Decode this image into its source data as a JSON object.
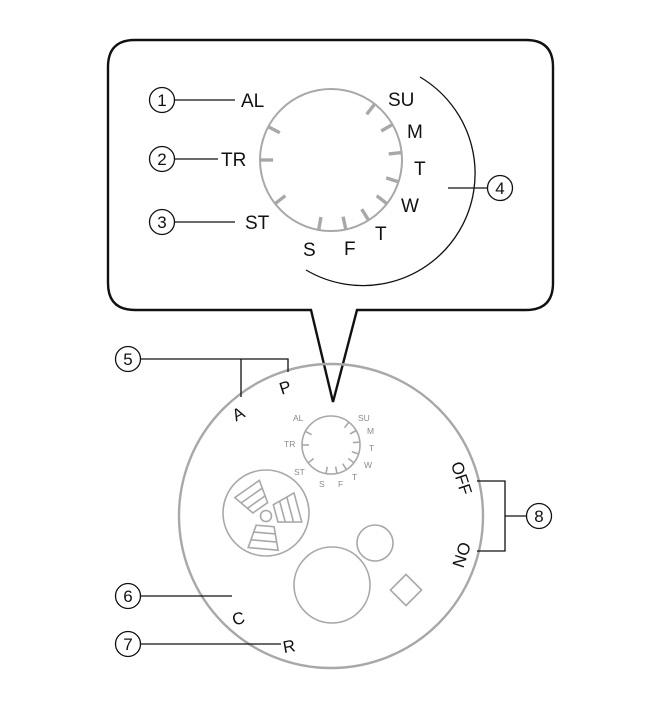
{
  "callout": {
    "labels": {
      "alarm": "AL",
      "transfer": "TR",
      "setting": "ST"
    },
    "weekdays": [
      "SU",
      "M",
      "T",
      "W",
      "T",
      "F",
      "S"
    ]
  },
  "markers": {
    "m1": "1",
    "m2": "2",
    "m3": "3",
    "m4": "4",
    "m5": "5",
    "m6": "6",
    "m7": "7",
    "m8": "8"
  },
  "movement": {
    "am": "A",
    "pm": "P",
    "c_label": "C",
    "r_label": "R",
    "off_label": "OFF",
    "on_label": "ON",
    "mini_dial": {
      "labels": {
        "alarm": "AL",
        "transfer": "TR",
        "setting": "ST"
      },
      "weekdays": [
        "SU",
        "M",
        "T",
        "W",
        "T",
        "F",
        "S"
      ]
    }
  },
  "colors": {
    "line": "#111111",
    "gray": "#a8a8a8",
    "background": "#ffffff"
  }
}
